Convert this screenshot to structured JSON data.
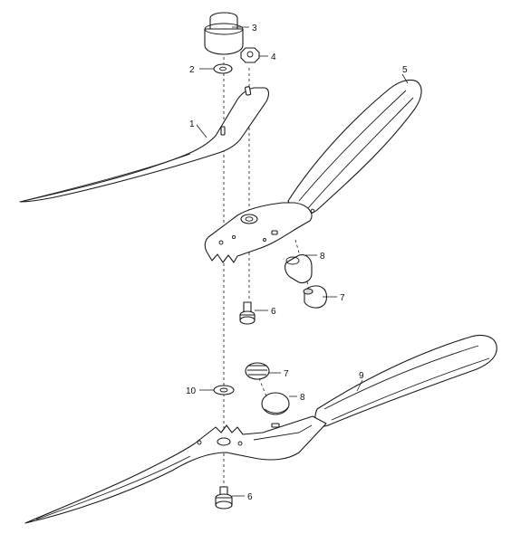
{
  "callouts": {
    "c1": "1",
    "c2": "2",
    "c3": "3",
    "c4": "4",
    "c5": "5",
    "c6a": "6",
    "c6b": "6",
    "c7a": "7",
    "c7b": "7",
    "c8a": "8",
    "c8b": "8",
    "c9": "9",
    "c10": "10"
  }
}
